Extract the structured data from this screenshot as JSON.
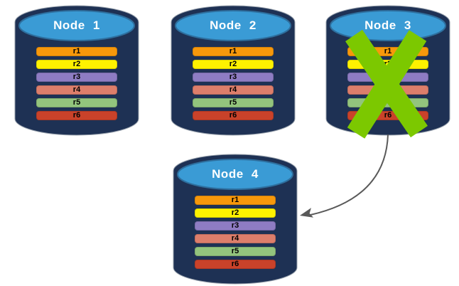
{
  "diagram": {
    "background_color": "#FFFFFF",
    "colors": {
      "cylinder_body": "#1E3154",
      "cylinder_top": "#3A9BD5",
      "cylinder_top_stroke": "#2E6F9E",
      "cylinder_outline": "#9AA3AE",
      "title_text": "#FFFFFF",
      "replica_text": "#000000",
      "failure_x": "#7CC800",
      "arrow": "#595959"
    },
    "nodes": [
      {
        "id": "node-1",
        "title": "Node 1",
        "failed": false
      },
      {
        "id": "node-2",
        "title": "Node 2",
        "failed": false
      },
      {
        "id": "node-3",
        "title": "Node 3",
        "failed": true
      },
      {
        "id": "node-4",
        "title": "Node 4",
        "failed": false
      }
    ],
    "replicas": [
      {
        "label": "r1",
        "color": "#F7980B"
      },
      {
        "label": "r2",
        "color": "#FEF200"
      },
      {
        "label": "r3",
        "color": "#8E7CC3"
      },
      {
        "label": "r4",
        "color": "#DD7E6B"
      },
      {
        "label": "r5",
        "color": "#93C47D"
      },
      {
        "label": "r6",
        "color": "#C9422A"
      }
    ],
    "arrow": {
      "from": "node-3",
      "to": "node-4"
    }
  }
}
